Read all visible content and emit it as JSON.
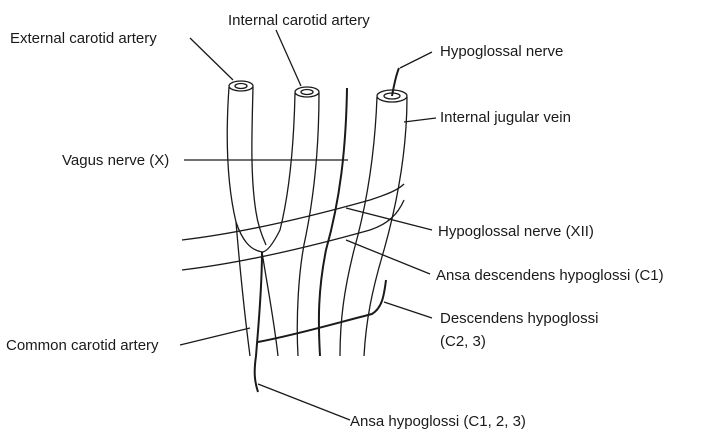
{
  "labels": {
    "external_carotid": "External carotid artery",
    "internal_carotid": "Internal carotid artery",
    "hypoglossal_top": "Hypoglossal nerve",
    "internal_jugular": "Internal jugular vein",
    "vagus": "Vagus nerve (X)",
    "hypoglossal_xii": "Hypoglossal nerve (XII)",
    "ansa_descendens": "Ansa descendens hypoglossi (C1)",
    "descendens_line1": "Descendens hypoglossi",
    "descendens_line2": "(C2, 3)",
    "common_carotid": "Common carotid artery",
    "ansa_hypoglossi": "Ansa hypoglossi (C1, 2, 3)"
  },
  "colors": {
    "ink": "#1a1a1a",
    "background": "#ffffff"
  }
}
